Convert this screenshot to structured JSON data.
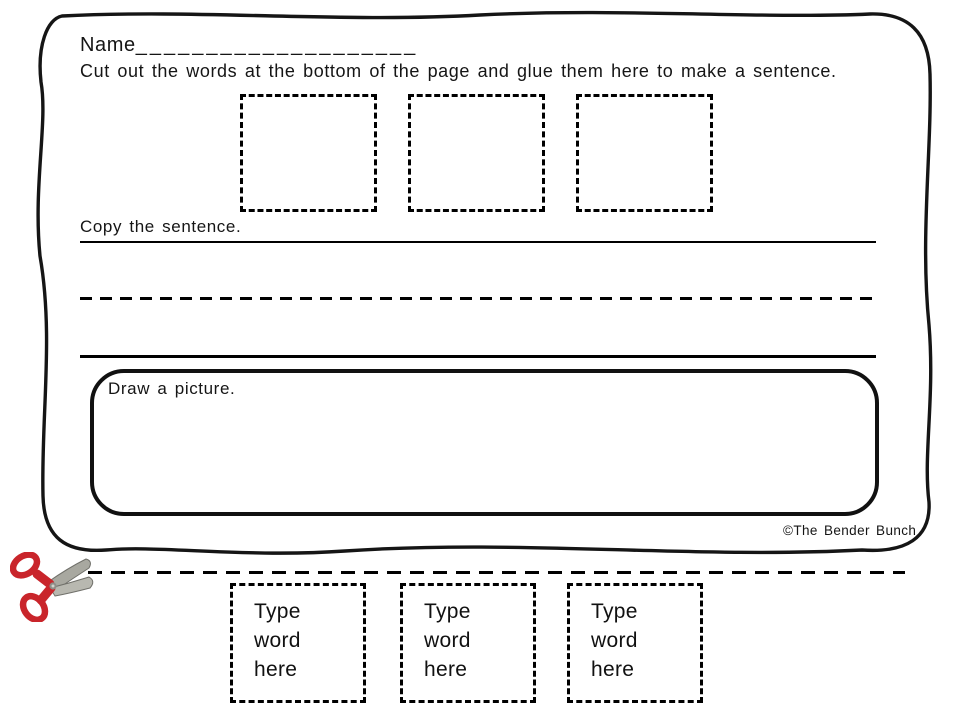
{
  "worksheet": {
    "name_label": "Name",
    "name_blank": "____________________",
    "instructions": "Cut out the words at the bottom of the page and glue them here to make a sentence.",
    "copy_sentence_label": "Copy the sentence.",
    "draw_picture_label": "Draw a picture.",
    "credit": "©The Bender Bunch"
  },
  "glue_boxes": {
    "count": 3
  },
  "word_cards": [
    {
      "line1": "Type",
      "line2": "word",
      "line3": "here"
    },
    {
      "line1": "Type",
      "line2": "word",
      "line3": "here"
    },
    {
      "line1": "Type",
      "line2": "word",
      "line3": "here"
    }
  ],
  "icons": {
    "scissors": "scissors-icon"
  },
  "colors": {
    "ink": "#151515",
    "scissors_red": "#c9252b",
    "blade_gray": "#a8a8a0"
  }
}
